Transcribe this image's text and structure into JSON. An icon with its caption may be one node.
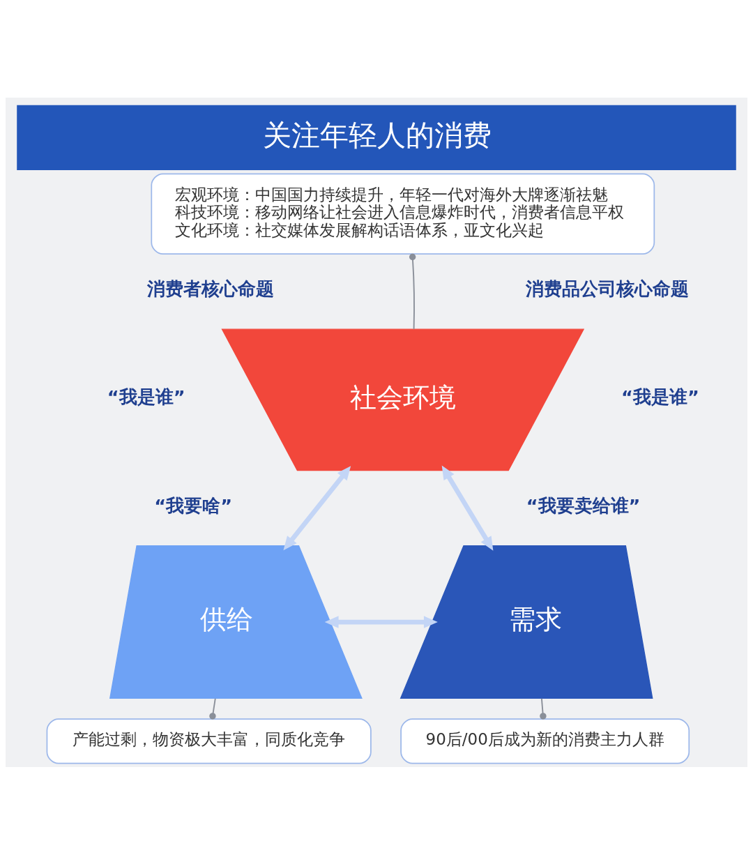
{
  "diagram": {
    "title": "关注年轻人的消费",
    "nodes": [
      {
        "text": [
          "宏观环境：中国国力持续提升，年轻一代对海外大牌逐渐祛魅",
          "科技环境：移动网络让社会进入信息爆炸时代，消费者信息平权",
          "文化环境：社交媒体发展解构话语体系，亚文化兴起"
        ]
      },
      {
        "text": [
          "社会环境"
        ]
      },
      {
        "text": [
          "供给"
        ]
      },
      {
        "text": [
          "需求"
        ]
      },
      {
        "text": [
          "产能过剩，物资极大丰富，同质化竞争"
        ]
      },
      {
        "text": [
          "90后/00后成为新的消费主力人群"
        ]
      }
    ],
    "edges": [
      {
        "from": 1,
        "to": 0,
        "arrow": "other"
      },
      {
        "from": 1,
        "to": 2,
        "arrow": "both",
        "style": "thick",
        "color": "#c3d5f6"
      },
      {
        "from": 1,
        "to": 3,
        "arrow": "both",
        "style": "thick",
        "color": "#c3d5f6"
      },
      {
        "from": 2,
        "to": 3,
        "arrow": "both",
        "style": "thick",
        "color": "#c3d5f6"
      },
      {
        "from": 2,
        "to": 4,
        "arrow": "other"
      },
      {
        "from": 3,
        "to": 5,
        "arrow": "other"
      }
    ],
    "labels": [
      "消费者核心命题",
      "“我是谁”",
      "“我要啥”",
      "消费品公司核心命题",
      "“我是谁”",
      "“我要卖给谁”"
    ]
  }
}
